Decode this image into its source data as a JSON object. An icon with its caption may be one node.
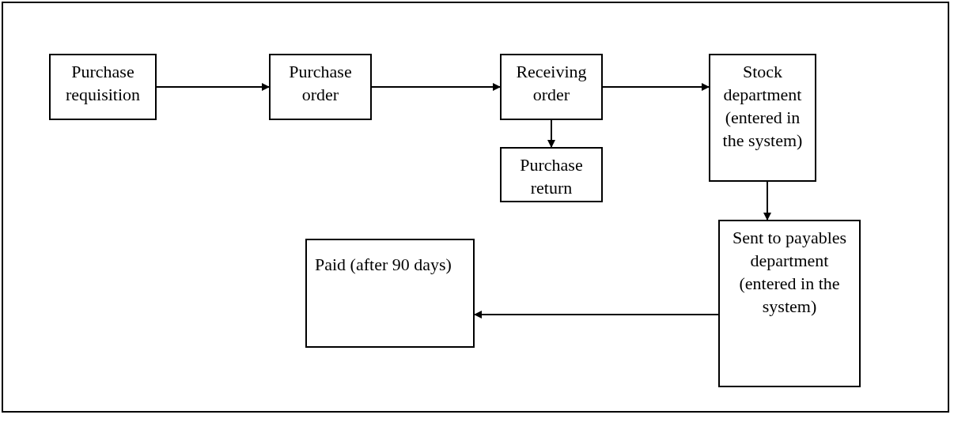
{
  "diagram": {
    "nodes": [
      {
        "text": [
          "Purchase requisition"
        ]
      },
      {
        "text": [
          "Purchase order"
        ]
      },
      {
        "text": [
          "Receiving order"
        ]
      },
      {
        "text": [
          "Stock department (entered in the system)"
        ]
      },
      {
        "text": [
          "Purchase return"
        ]
      },
      {
        "text": [
          "Sent to payables department (entered in the system)"
        ]
      },
      {
        "text": [
          "Paid (after 90 days)"
        ]
      }
    ],
    "edges": [
      {
        "from": 0,
        "to": 1,
        "arrow": "to"
      },
      {
        "from": 1,
        "to": 2,
        "arrow": "to"
      },
      {
        "from": 2,
        "to": 3,
        "arrow": "to"
      },
      {
        "from": 2,
        "to": 4,
        "arrow": "to"
      },
      {
        "from": 3,
        "to": 5,
        "arrow": "to"
      },
      {
        "from": 5,
        "to": 6,
        "arrow": "to"
      }
    ]
  }
}
